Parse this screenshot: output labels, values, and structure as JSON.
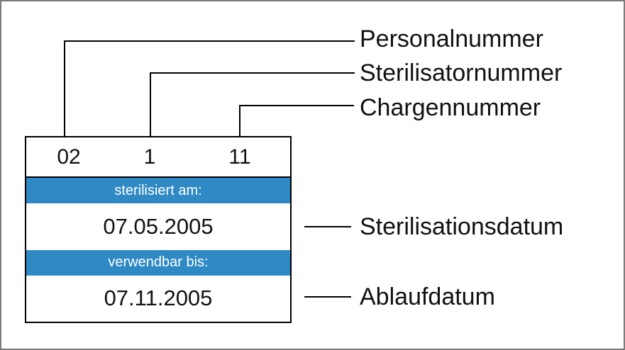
{
  "sticker": {
    "personal_number": "02",
    "sterilizer_number": "1",
    "batch_number": "11",
    "sterilized_header": "sterilisiert am:",
    "sterilization_date": "07.05.2005",
    "usable_until_header": "verwendbar bis:",
    "expiry_date": "07.11.2005"
  },
  "annotations": {
    "personal_number": "Personalnummer",
    "sterilizer_number": "Sterilisatornummer",
    "batch_number": "Chargennummer",
    "sterilization_date": "Sterilisationsdatum",
    "expiry_date": "Ablaufdatum"
  },
  "colors": {
    "header_bar_blue": "#2E89C5"
  }
}
